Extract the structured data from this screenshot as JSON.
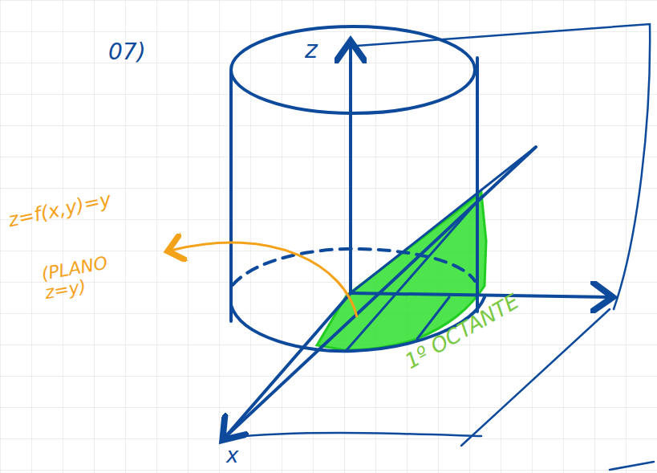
{
  "diagram": {
    "labels": [
      "07)",
      "z",
      "x",
      "z=f(x,y)=y",
      "(PLANO z=y)",
      "1º OCTANTE"
    ]
  }
}
